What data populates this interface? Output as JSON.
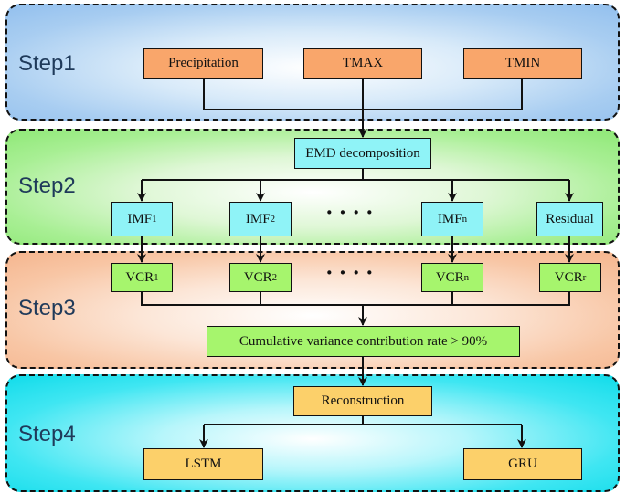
{
  "steps": {
    "step1": "Step1",
    "step2": "Step2",
    "step3": "Step3",
    "step4": "Step4"
  },
  "inputs": {
    "precipitation": "Precipitation",
    "tmax": "TMAX",
    "tmin": "TMIN"
  },
  "decomposition": {
    "emd": "EMD decomposition",
    "imf1_base": "IMF",
    "imf1_sub": "1",
    "imf2_base": "IMF",
    "imf2_sub": "2",
    "imfn_base": "IMF",
    "imfn_sub": "n",
    "residual": "Residual",
    "ellipsis": "····"
  },
  "variance": {
    "vcr1_base": "VCR",
    "vcr1_sub": "1",
    "vcr2_base": "VCR",
    "vcr2_sub": "2",
    "vcrn_base": "VCR",
    "vcrn_sub": "n",
    "vcrr_base": "VCR",
    "vcrr_sub": "r",
    "ellipsis": "····",
    "criterion": "Cumulative variance contribution rate > 90%"
  },
  "models": {
    "reconstruction": "Reconstruction",
    "lstm": "LSTM",
    "gru": "GRU"
  },
  "colors": {
    "step1_bg": "#a8cdf1",
    "step2_bg": "#a8ef94",
    "step3_bg": "#f8c6a5",
    "step4_bg": "#3fe6f2",
    "input_box": "#f9a66b",
    "imf_box": "#8ff3f7",
    "vcr_box": "#a6f56d",
    "model_box": "#fcd06a"
  }
}
